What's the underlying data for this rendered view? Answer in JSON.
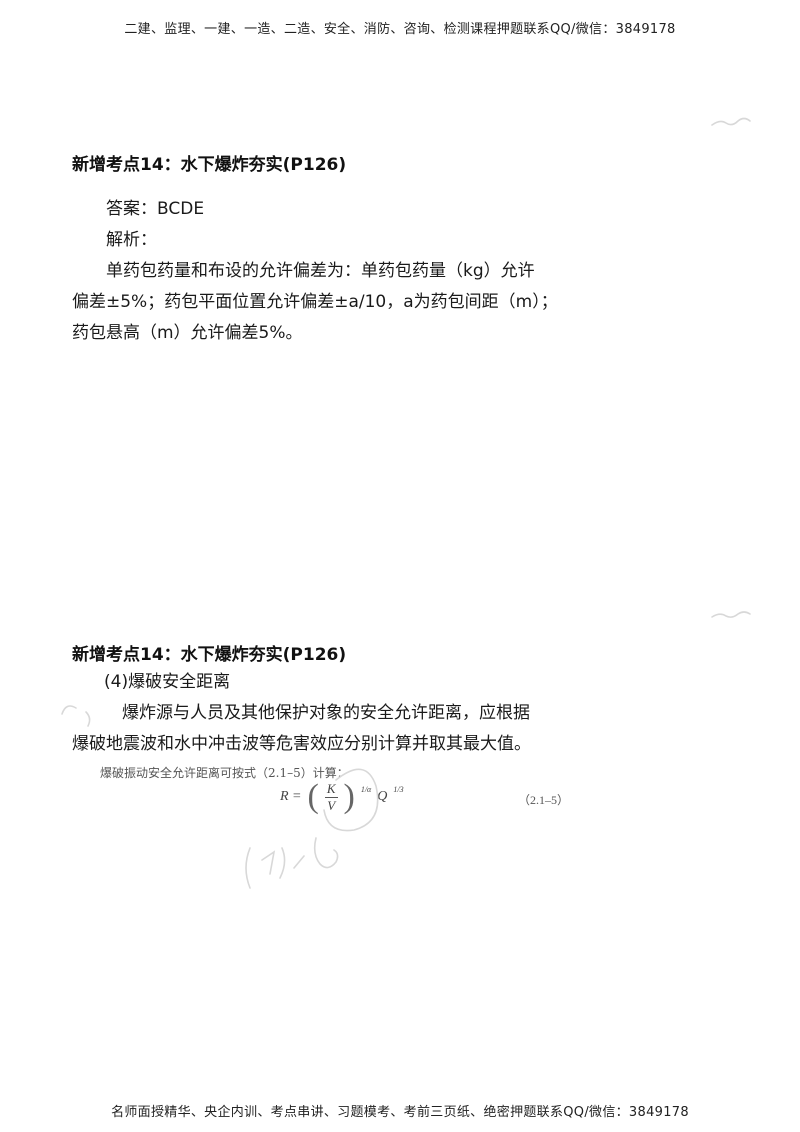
{
  "header_banner": "二建、监理、一建、一造、二造、安全、消防、咨询、检测课程押题联系QQ/微信：3849178",
  "footer_banner": "名师面授精华、央企内训、考点串讲、习题模考、考前三页纸、绝密押题联系QQ/微信：3849178",
  "section1": {
    "heading": "新增考点14：水下爆炸夯实(P126)",
    "answer": "答案：BCDE",
    "analysis_label": "解析：",
    "analysis_lines": [
      "单药包药量和布设的允许偏差为：单药包药量（kg）允许",
      "偏差±5%；药包平面位置允许偏差±a/10，a为药包间距（m）；",
      "药包悬高（m）允许偏差5%。"
    ]
  },
  "section2": {
    "heading": "新增考点14：水下爆炸夯实(P126)",
    "subheading": "(4)爆破安全距离",
    "body_lines": [
      "爆炸源与人员及其他保护对象的安全允许距离，应根据",
      "爆破地震波和水中冲击波等危害效应分别计算并取其最大值。"
    ],
    "formula": {
      "intro": "爆破振动安全允许距离可按式（2.1–5）计算：",
      "lhs": "R =",
      "numerator": "K",
      "denominator": "V",
      "exponent1": "1/α",
      "q": "Q",
      "exponent2": "1/3",
      "equation_number": "（2.1–5）"
    }
  },
  "colors": {
    "text": "#1a1a1a",
    "handwriting": "#d8d8d8"
  }
}
